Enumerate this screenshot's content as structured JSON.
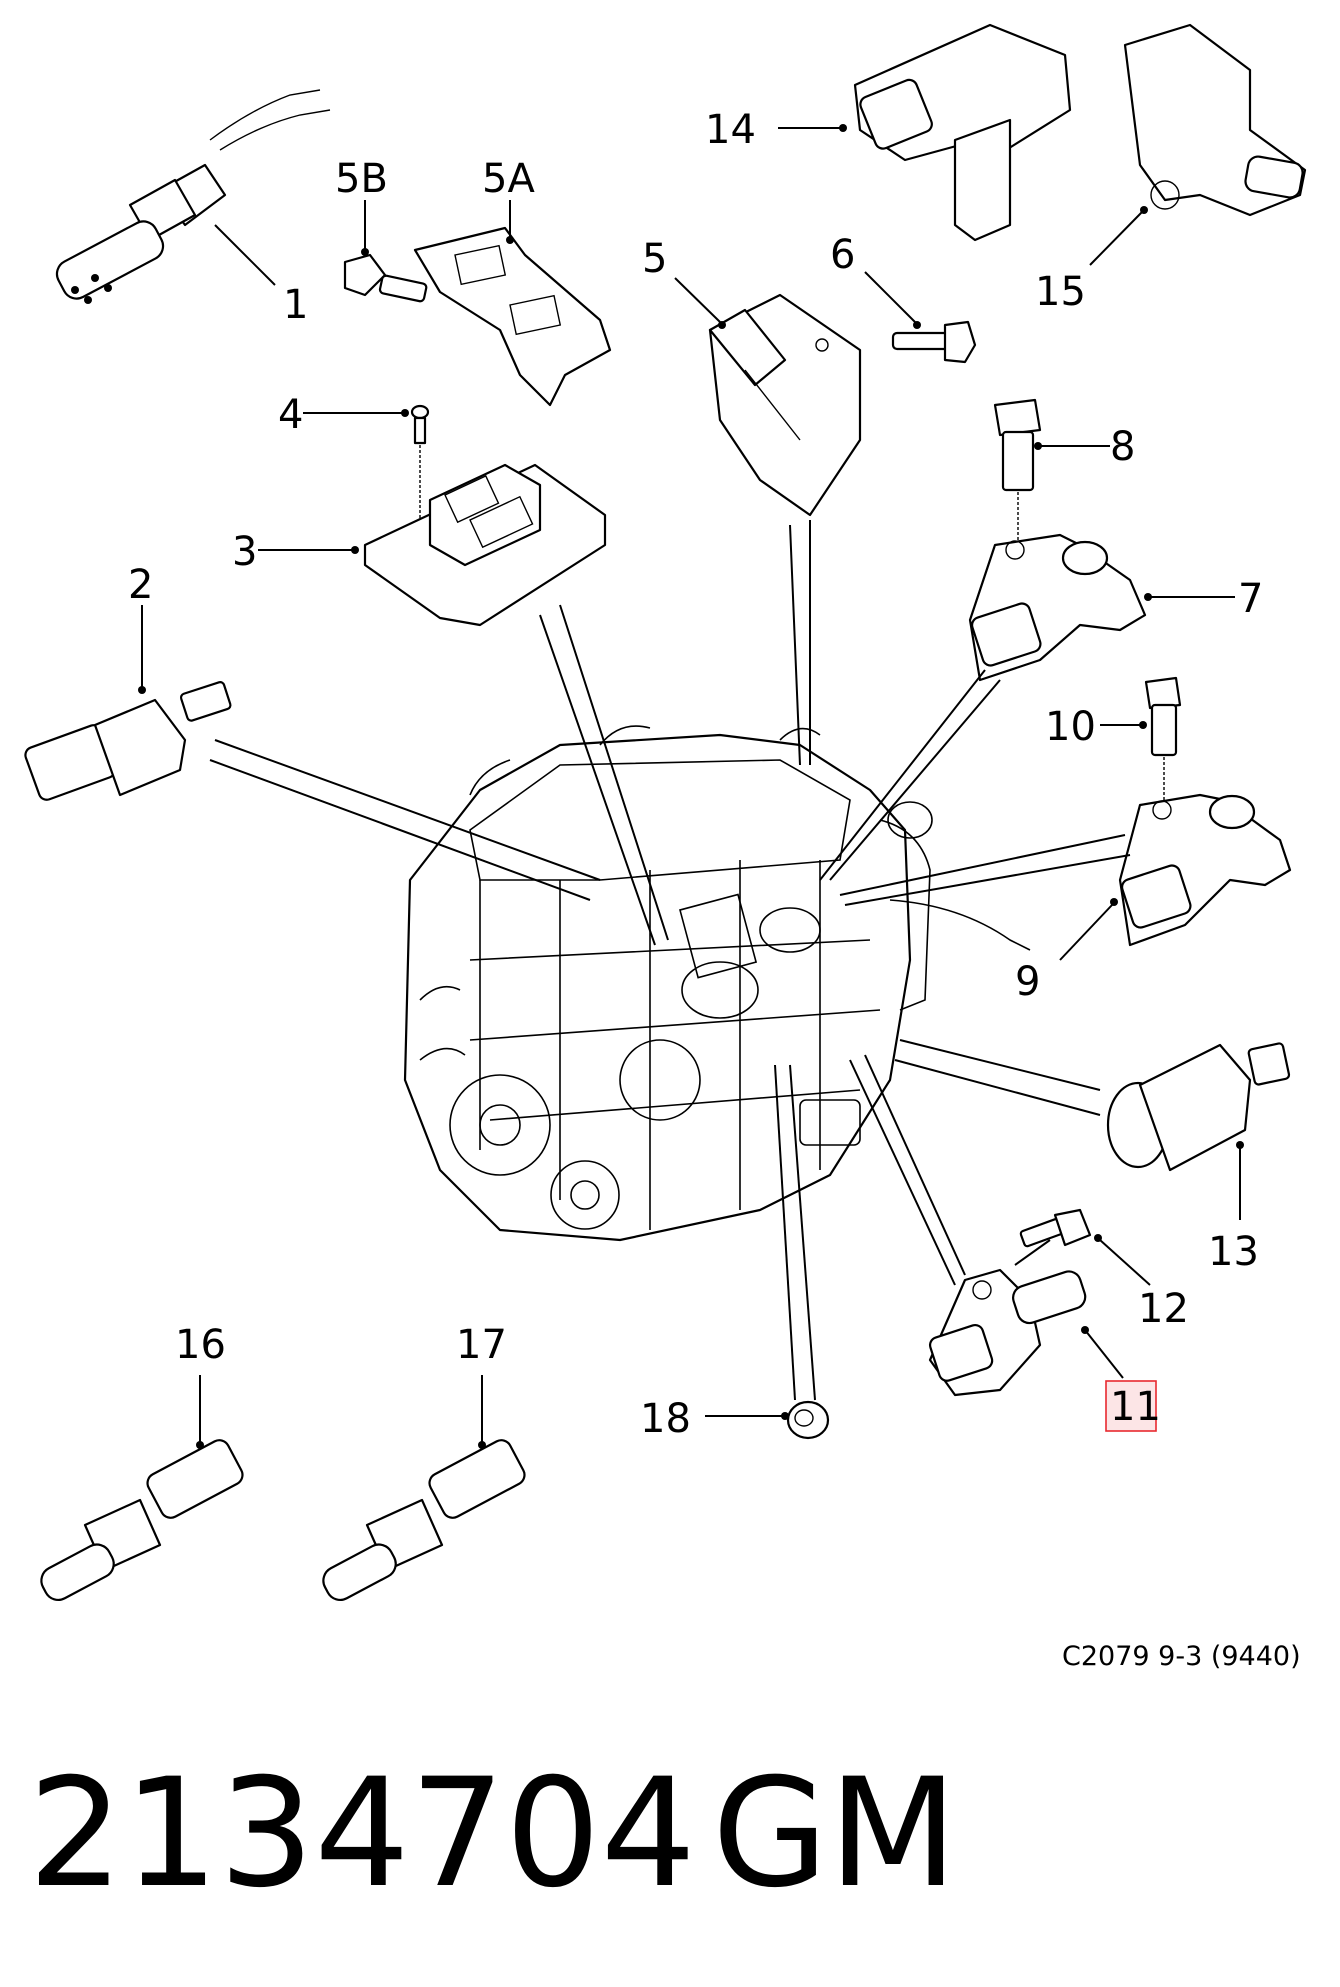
{
  "diagram": {
    "callouts": [
      "1",
      "2",
      "3",
      "4",
      "5",
      "5A",
      "5B",
      "6",
      "7",
      "8",
      "9",
      "10",
      "11",
      "12",
      "13",
      "14",
      "15",
      "16",
      "17",
      "18"
    ],
    "highlighted_callout": "11",
    "highlight_color": "#e8292f",
    "reference_code": "C2079 9-3 (9440)"
  },
  "footer": {
    "part_number": "2134704",
    "brand": "GM"
  }
}
